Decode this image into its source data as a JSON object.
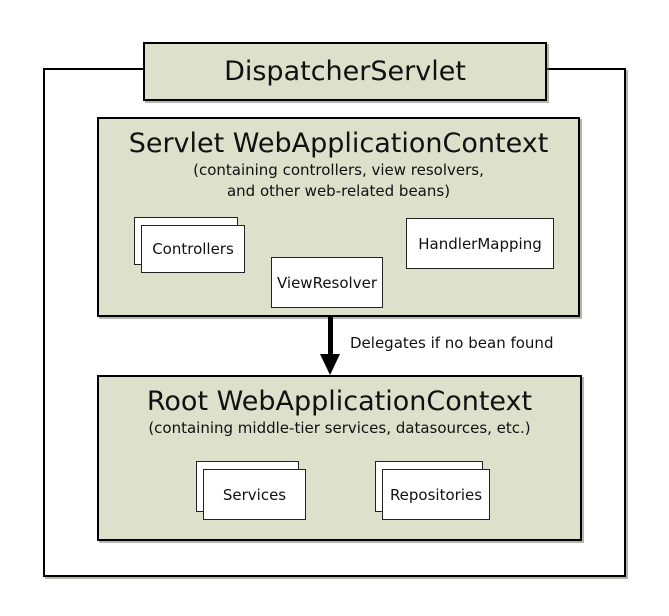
{
  "colors": {
    "context_fill": "#dde0ca",
    "border": "#000000",
    "bean_fill": "#ffffff"
  },
  "dispatcher": {
    "label": "DispatcherServlet"
  },
  "servlet_context": {
    "title": "Servlet WebApplicationContext",
    "subtitle_line1": "(containing controllers, view resolvers,",
    "subtitle_line2": "and other web-related beans)",
    "beans": {
      "controllers": "Controllers",
      "view_resolver": "ViewResolver",
      "handler_mapping": "HandlerMapping"
    }
  },
  "delegation_arrow": {
    "label": "Delegates if no bean found"
  },
  "root_context": {
    "title": "Root WebApplicationContext",
    "subtitle": "(containing middle-tier services, datasources, etc.)",
    "beans": {
      "services": "Services",
      "repositories": "Repositories"
    }
  }
}
